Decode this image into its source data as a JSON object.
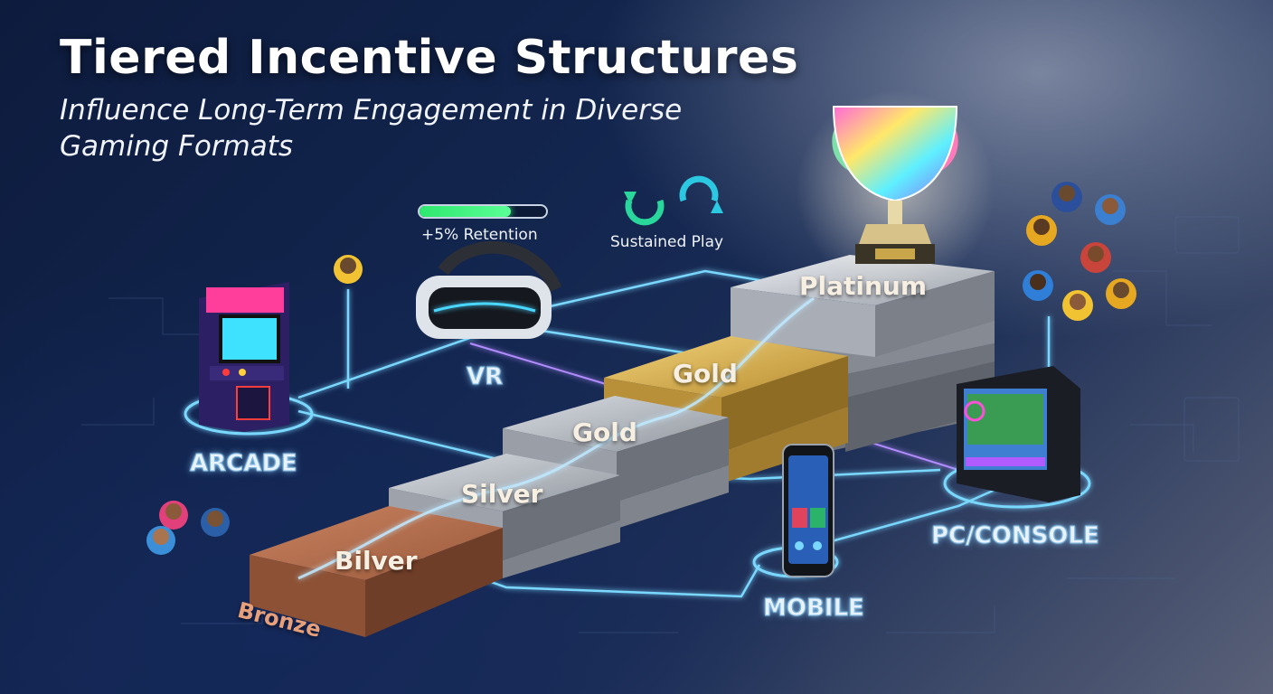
{
  "title": "Tiered Incentive Structures",
  "subtitle": "Influence Long-Term Engagement in Diverse Gaming Formats",
  "retention": {
    "label": "+5% Retention",
    "progress": 0.72
  },
  "sustained": {
    "label": "Sustained Play"
  },
  "platforms": [
    "ARCADE",
    "VR",
    "MOBILE",
    "PC/CONSOLE"
  ],
  "tiers": [
    "Bronze",
    "Bilver",
    "Silver",
    "Gold",
    "Gold",
    "Platinum"
  ],
  "colors": {
    "bronze": "#b86a4a",
    "silver": "#b9bec6",
    "gold": "#d6ad4c",
    "platinum": "#c7ccd4",
    "neon_line": "#7ad8ff",
    "retention_green": "#3df58a"
  }
}
